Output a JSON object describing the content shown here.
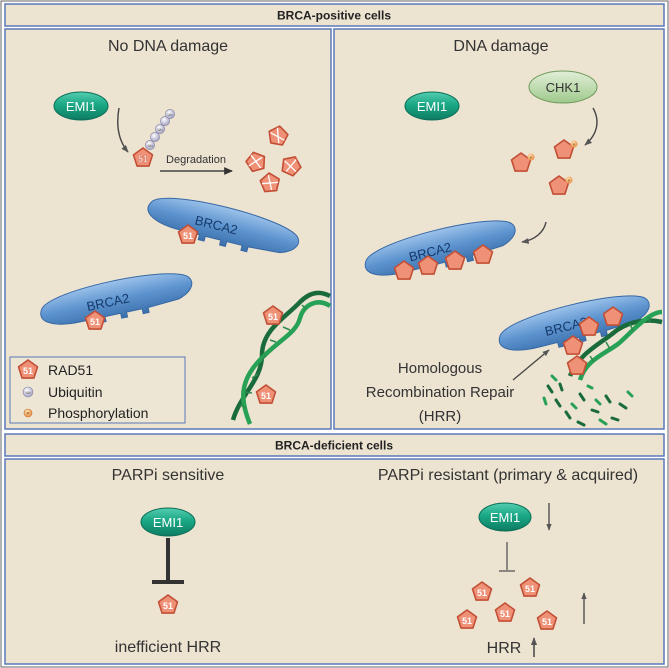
{
  "top_header": "BRCA-positive cells",
  "bottom_header": "BRCA-deficient cells",
  "panels": {
    "no_damage": {
      "title": "No DNA damage",
      "emi1": "EMI1",
      "ub": "Ub",
      "rad51": "51",
      "degradation": "Degradation",
      "brca2_a": "BRCA2",
      "brca2_b": "BRCA2"
    },
    "damage": {
      "title": "DNA damage",
      "emi1": "EMI1",
      "chk1": "CHK1",
      "p": "P",
      "brca2_a": "BRCA2",
      "brca2_b": "BRCA2",
      "hrr_line1": "Homologous",
      "hrr_line2": "Recombination Repair",
      "hrr_line3": "(HRR)"
    },
    "sensitive": {
      "title": "PARPi sensitive",
      "emi1": "EMI1",
      "outcome": "inefficient HRR"
    },
    "resistant": {
      "title": "PARPi resistant (primary & acquired)",
      "emi1": "EMI1",
      "outcome": "HRR"
    }
  },
  "legend": {
    "rad51_icon": "51",
    "rad51": "RAD51",
    "ub_icon": "Ub",
    "ubiquitin": "Ubiquitin",
    "p_icon": "P",
    "phosphorylation": "Phosphorylation"
  },
  "colors": {
    "panel_bg": "#ece3d1",
    "header_bg": "#ece3d1",
    "border_blue": "#5a79b8",
    "emi1_green": "#1aa885",
    "chk1_green": "#b7d5a6",
    "rad51_fill": "#ee9177",
    "rad51_stroke": "#c24f35",
    "brca2_blue": "#5c93cf",
    "dna_dark": "#1a6b3c",
    "dna_light": "#27a155",
    "ub_gray": "#b8b7cf",
    "p_orange": "#f0a85c"
  }
}
